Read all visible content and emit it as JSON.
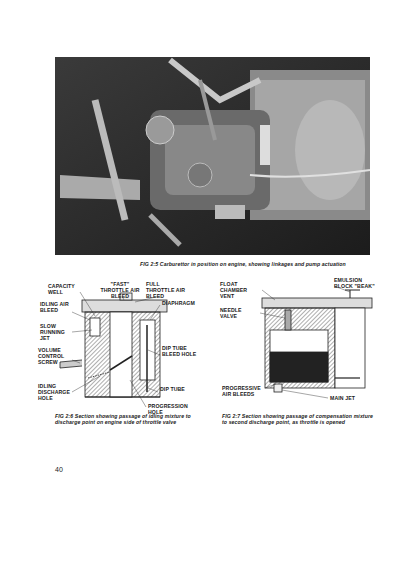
{
  "diagram": {
    "labels": [
      "FIG 2:5 Carburettor in position on engine, showing linkages and pump actuation",
      "CAPACITY WELL",
      "\"FAST\" THROTTLE AIR BLEED",
      "FULL THROTTLE AIR BLEED",
      "IDLING AIR BLEED",
      "DIAPHRAGM",
      "SLOW RUNNING JET",
      "VOLUME CONTROL SCREW",
      "IDLING DISCHARGE HOLE",
      "DIP TUBE BLEED HOLE",
      "DIP TUBE",
      "PROGRESSION HOLE",
      "FIG 2:6 Section showing passage of idling mixture to discharge point on engine side of throttle valve",
      "FLOAT CHAMBER VENT",
      "EMULSION BLOCK \"BEAK\"",
      "NEEDLE VALVE",
      "PROGRESSIVE AIR BLEEDS",
      "MAIN JET",
      "FIG 2:7 Section showing passage of compensation mixture to second discharge point, as throttle is opened",
      "40"
    ]
  }
}
